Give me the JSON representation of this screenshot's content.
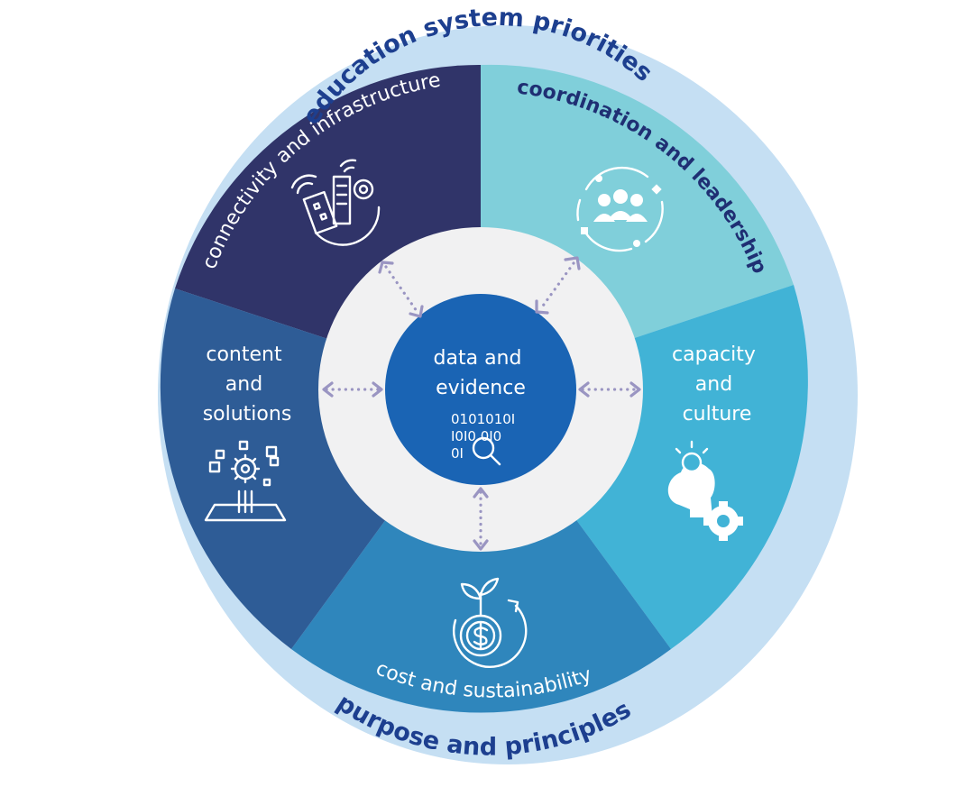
{
  "ring": {
    "top_label": "education system priorities",
    "bottom_label": "purpose and principles"
  },
  "segments": {
    "connectivity": "connectivity and infrastructure",
    "coordination": "coordination and leadership",
    "content": [
      "content",
      "and",
      "solutions"
    ],
    "capacity": [
      "capacity",
      "and",
      "culture"
    ],
    "cost": "cost and sustainability"
  },
  "center": {
    "lines": [
      "data and",
      "evidence"
    ],
    "binary": [
      "0101010I",
      "I0I0 0I0",
      "0I"
    ]
  },
  "colors": {
    "outer_ring": "#c5dff3",
    "outer_ring_text": "#1d3f8f",
    "connectivity": "#303469",
    "coordination": "#80cfda",
    "coordination_text": "#1f2f73",
    "capacity": "#41b3d6",
    "cost": "#2f86bc",
    "content": "#2e5c96",
    "inner_ring": "#f1f1f2",
    "center": "#1a64b4",
    "arrows": "#9a95c2"
  },
  "icons": {
    "connectivity": "smart-city-globe-icon",
    "coordination": "team-cycle-icon",
    "content": "digital-content-gear-icon",
    "capacity": "head-lightbulb-gear-icon",
    "cost": "sustainable-money-plant-icon",
    "center": "binary-magnifier-icon"
  }
}
